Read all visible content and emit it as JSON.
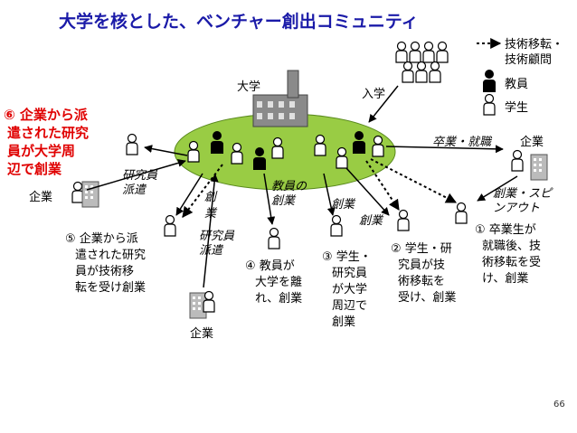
{
  "title": "大学を核とした、ベンチャー創出コミュニティ",
  "legend": {
    "transfer_line1": "技術移転・",
    "transfer_line2": "技術顧問",
    "faculty": "教員",
    "student": "学生"
  },
  "labels": {
    "university": "大学",
    "enrollment": "入学",
    "graduation_employment": "卒業・就職",
    "company_right": "企業",
    "company_left": "企業",
    "company_bottom": "企業",
    "researcher_dispatch_left_1": "研究員",
    "researcher_dispatch_left_2": "派遣",
    "researcher_dispatch_mid_1": "研究員",
    "researcher_dispatch_mid_2": "派遣",
    "startup_vertical_1": "創",
    "startup_vertical_2": "業",
    "faculty_startup_1": "教員の",
    "faculty_startup_2": "創業",
    "startup_a": "創業",
    "startup_b": "創業",
    "spinout_1": "創業・スピ",
    "spinout_2": "ンアウト"
  },
  "cases": {
    "case6": [
      "⑥ 企業から派",
      "遣された研究",
      "員が大学周",
      "辺で創業"
    ],
    "case5": [
      "⑤ 企業から派",
      "遣された研究",
      "員が技術移",
      "転を受け創業"
    ],
    "case4": [
      "④ 教員が",
      "大学を離",
      "れ、創業"
    ],
    "case3": [
      "③ 学生・",
      "研究員",
      "が大学",
      "周辺で",
      "創業"
    ],
    "case2": [
      "② 学生・研",
      "究員が技",
      "術移転を",
      "受け、創業"
    ],
    "case1": [
      "① 卒業生が",
      "就職後、技",
      "術移転を受",
      "け、創業"
    ]
  },
  "page_number": "66",
  "colors": {
    "title": "#1a1aa8",
    "highlight": "#e00000",
    "ellipse": "#99cc44"
  }
}
